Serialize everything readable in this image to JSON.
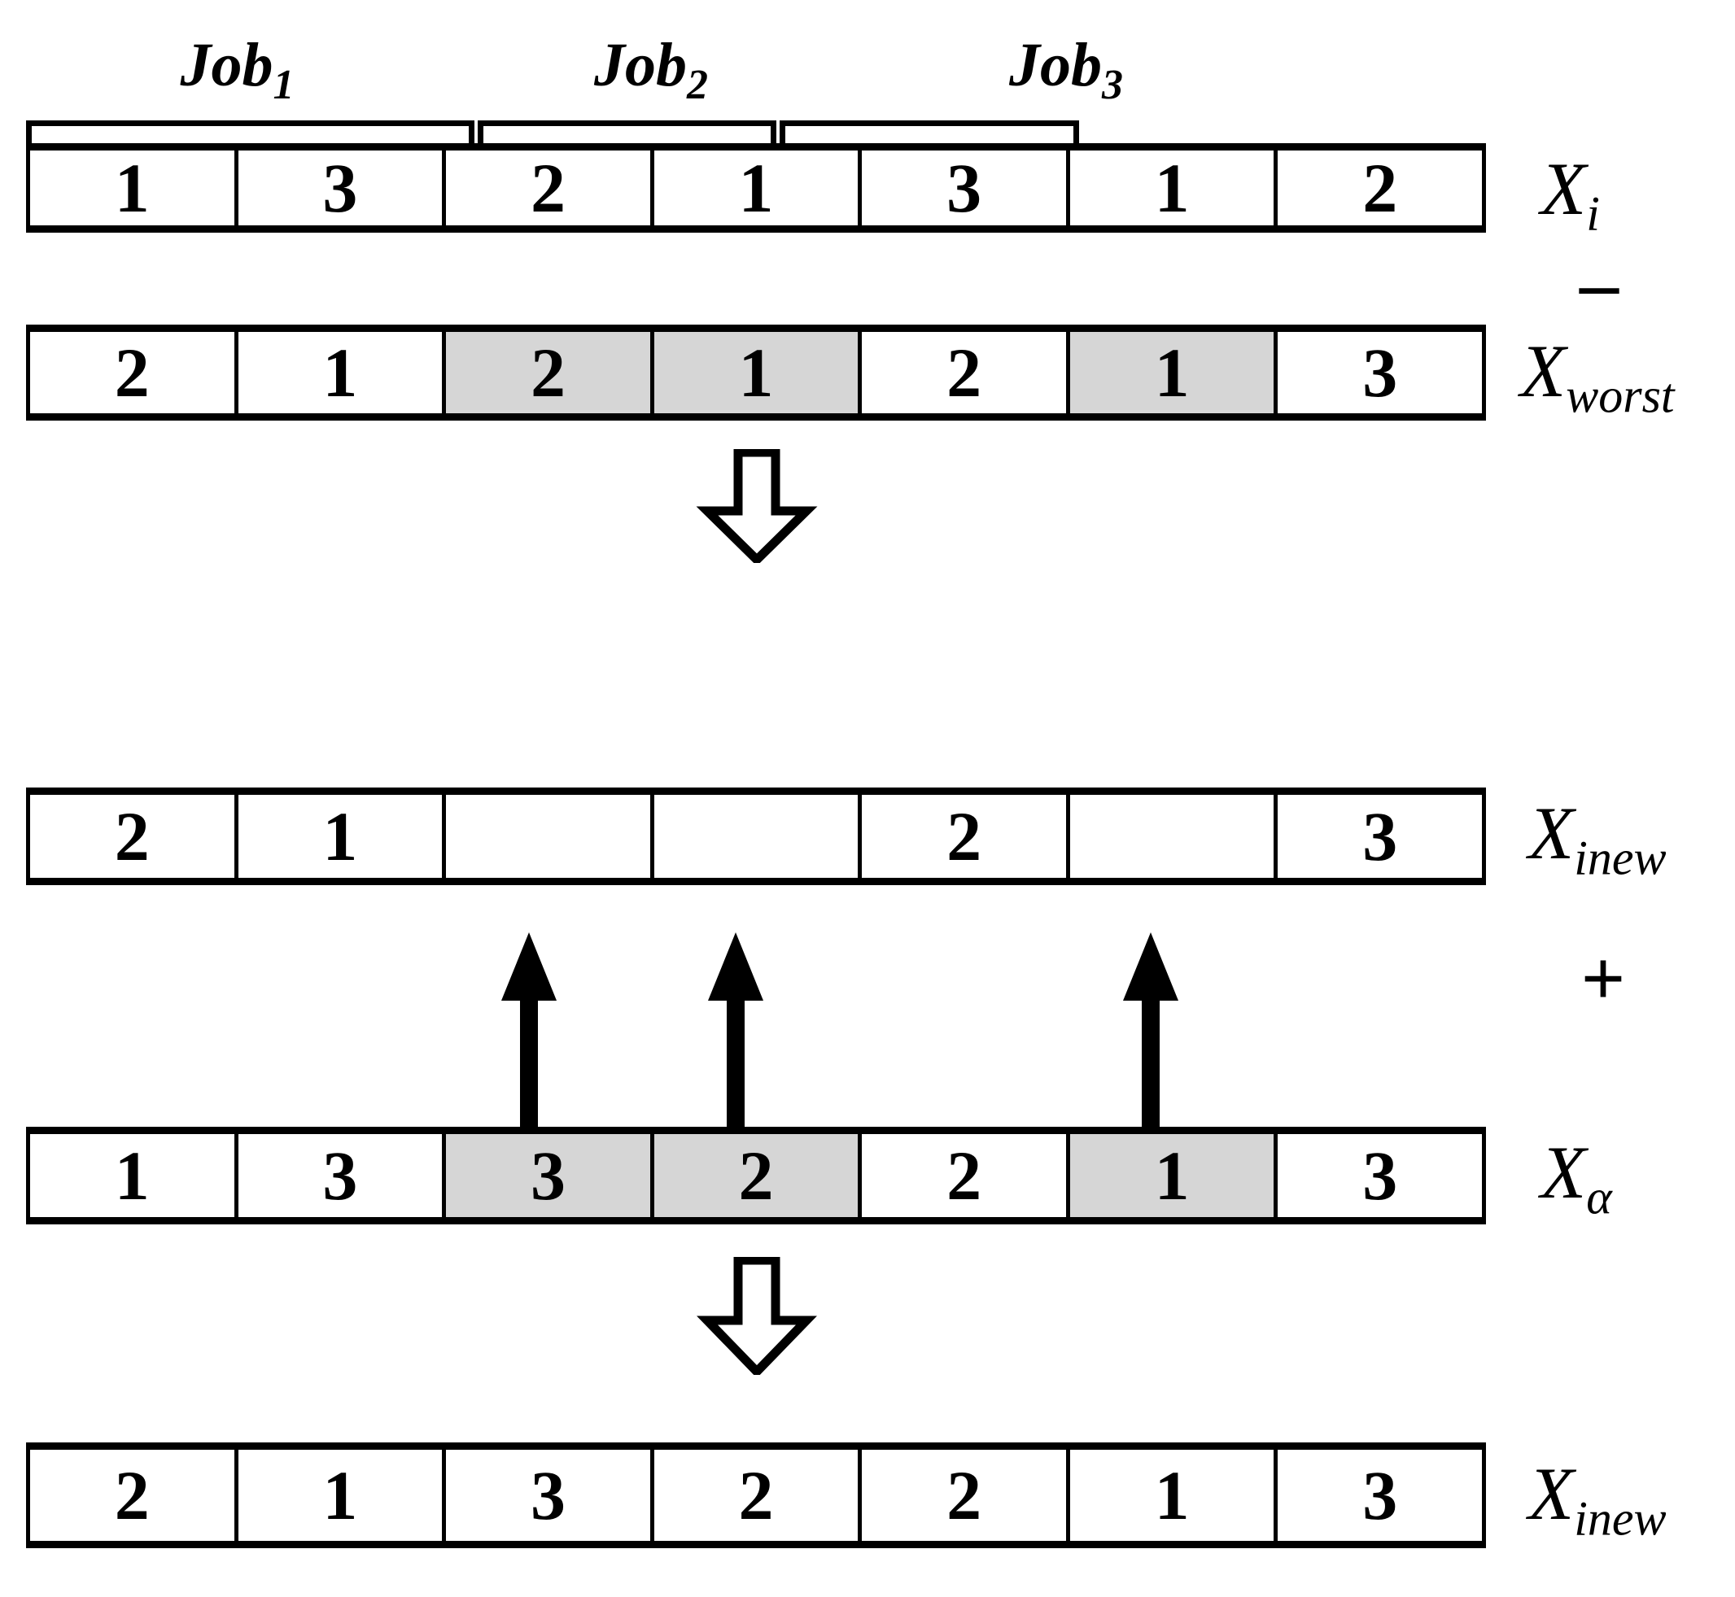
{
  "diagram": {
    "title": "Crossover / mutation operation on job sequence chromosomes",
    "shade_color": "#d6d6d6",
    "line_color": "#000000",
    "background": "#ffffff"
  },
  "job_brackets": [
    {
      "name": "job-1",
      "label": "Job",
      "sub": "1",
      "span_cells": 3
    },
    {
      "name": "job-2",
      "label": "Job",
      "sub": "2",
      "span_cells": 2
    },
    {
      "name": "job-3",
      "label": "Job",
      "sub": "3",
      "span_cells": 2
    }
  ],
  "rows": [
    {
      "name": "row-xi",
      "label": "X",
      "label_sub": "i",
      "cells": [
        {
          "value": "1",
          "shaded": false
        },
        {
          "value": "3",
          "shaded": false
        },
        {
          "value": "2",
          "shaded": false
        },
        {
          "value": "1",
          "shaded": false
        },
        {
          "value": "3",
          "shaded": false
        },
        {
          "value": "1",
          "shaded": false
        },
        {
          "value": "2",
          "shaded": false
        }
      ]
    },
    {
      "name": "row-xworst",
      "label": "X",
      "label_sub": "worst",
      "cells": [
        {
          "value": "2",
          "shaded": false
        },
        {
          "value": "1",
          "shaded": false
        },
        {
          "value": "2",
          "shaded": true
        },
        {
          "value": "1",
          "shaded": true
        },
        {
          "value": "2",
          "shaded": false
        },
        {
          "value": "1",
          "shaded": true
        },
        {
          "value": "3",
          "shaded": false
        }
      ]
    },
    {
      "name": "row-xinew-partial",
      "label": "X",
      "label_sub": "inew",
      "cells": [
        {
          "value": "2",
          "shaded": false
        },
        {
          "value": "1",
          "shaded": false
        },
        {
          "value": "",
          "shaded": false
        },
        {
          "value": "",
          "shaded": false
        },
        {
          "value": "2",
          "shaded": false
        },
        {
          "value": "",
          "shaded": false
        },
        {
          "value": "3",
          "shaded": false
        }
      ]
    },
    {
      "name": "row-xalpha",
      "label": "X",
      "label_sub": "α",
      "cells": [
        {
          "value": "1",
          "shaded": false
        },
        {
          "value": "3",
          "shaded": false
        },
        {
          "value": "3",
          "shaded": true
        },
        {
          "value": "2",
          "shaded": true
        },
        {
          "value": "2",
          "shaded": false
        },
        {
          "value": "1",
          "shaded": true
        },
        {
          "value": "3",
          "shaded": false
        }
      ]
    },
    {
      "name": "row-xinew-final",
      "label": "X",
      "label_sub": "inew",
      "cells": [
        {
          "value": "2",
          "shaded": false
        },
        {
          "value": "1",
          "shaded": false
        },
        {
          "value": "3",
          "shaded": false
        },
        {
          "value": "2",
          "shaded": false
        },
        {
          "value": "2",
          "shaded": false
        },
        {
          "value": "1",
          "shaded": false
        },
        {
          "value": "3",
          "shaded": false
        }
      ]
    }
  ],
  "operators": [
    {
      "name": "minus-operator",
      "symbol": "–"
    },
    {
      "name": "plus-operator",
      "symbol": "+"
    }
  ],
  "transfer_arrows": {
    "name": "value-transfer-arrows",
    "source_cell_indices": [
      2,
      3,
      5
    ],
    "direction": "up"
  },
  "flow_arrows": [
    {
      "name": "flow-arrow-top",
      "direction": "down"
    },
    {
      "name": "flow-arrow-bottom",
      "direction": "down"
    }
  ]
}
